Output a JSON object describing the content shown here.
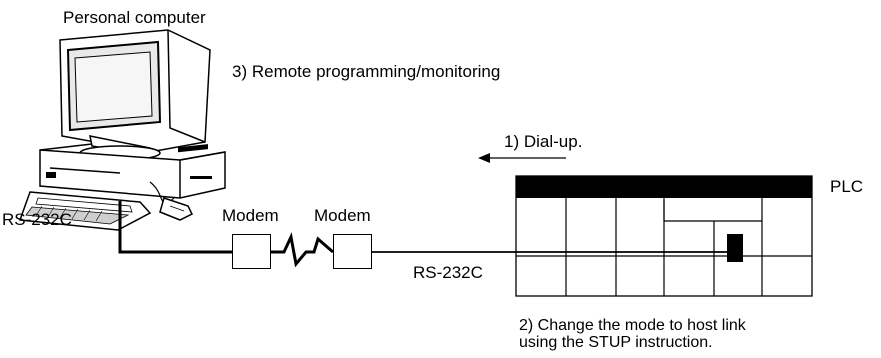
{
  "labels": {
    "personal_computer": "Personal computer",
    "remote_programming": "3) Remote programming/monitoring",
    "dial_up": "1) Dial-up.",
    "plc": "PLC",
    "modem_left": "Modem",
    "modem_right": "Modem",
    "rs232c_pc": "RS-232C",
    "rs232c_plc": "RS-232C",
    "change_mode_line1": "2) Change the mode to host link",
    "change_mode_line2": "using the STUP instruction."
  }
}
